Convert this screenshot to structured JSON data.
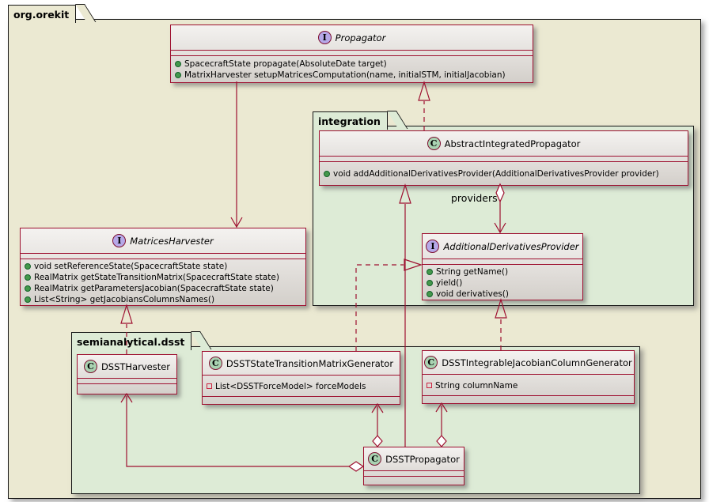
{
  "packages": {
    "root": {
      "label": "org.orekit"
    },
    "integration": {
      "label": "integration"
    },
    "dsst": {
      "label": "semianalytical.dsst"
    }
  },
  "relationships": {
    "providers_label": "providers"
  },
  "classes": {
    "propagator": {
      "stereotype": "I",
      "name": "Propagator",
      "methods": [
        "SpacecraftState propagate(AbsoluteDate target)",
        "MatrixHarvester setupMatricesComputation(name, initialSTM, initialJacobian)"
      ]
    },
    "abstract_integrated_propagator": {
      "stereotype": "C",
      "name": "AbstractIntegratedPropagator",
      "methods": [
        "void addAdditionalDerivativesProvider(AdditionalDerivativesProvider provider)"
      ]
    },
    "matrices_harvester": {
      "stereotype": "I",
      "name": "MatricesHarvester",
      "methods": [
        "void setReferenceState(SpacecraftState state)",
        "RealMatrix getStateTransitionMatrix(SpacecraftState state)",
        "RealMatrix getParametersJacobian(SpacecraftState state)",
        "List<String> getJacobiansColumnsNames()"
      ]
    },
    "additional_derivatives_provider": {
      "stereotype": "I",
      "name": "AdditionalDerivativesProvider",
      "methods": [
        "String getName()",
        "yield()",
        "void derivatives()"
      ]
    },
    "dsst_harvester": {
      "stereotype": "C",
      "name": "DSSTHarvester"
    },
    "dsst_state_transition_matrix_generator": {
      "stereotype": "C",
      "name": "DSSTStateTransitionMatrixGenerator",
      "fields": [
        "List<DSSTForceModel> forceModels"
      ]
    },
    "dsst_integrable_jacobian_column_generator": {
      "stereotype": "C",
      "name": "DSSTIntegrableJacobianColumnGenerator",
      "fields": [
        "String columnName"
      ]
    },
    "dsst_propagator": {
      "stereotype": "C",
      "name": "DSSTPropagator"
    }
  },
  "colors": {
    "accent_line": "#9e1030",
    "outer_package_fill": "#ebe9d2",
    "inner_package_fill": "#ddebd6",
    "interface_badge_fill": "#b6a8e8",
    "class_badge_fill": "#a9d2b1",
    "public_method_icon": "#44984c",
    "private_field_icon": "#cb2340",
    "diamond_fill": "#ffffff"
  }
}
